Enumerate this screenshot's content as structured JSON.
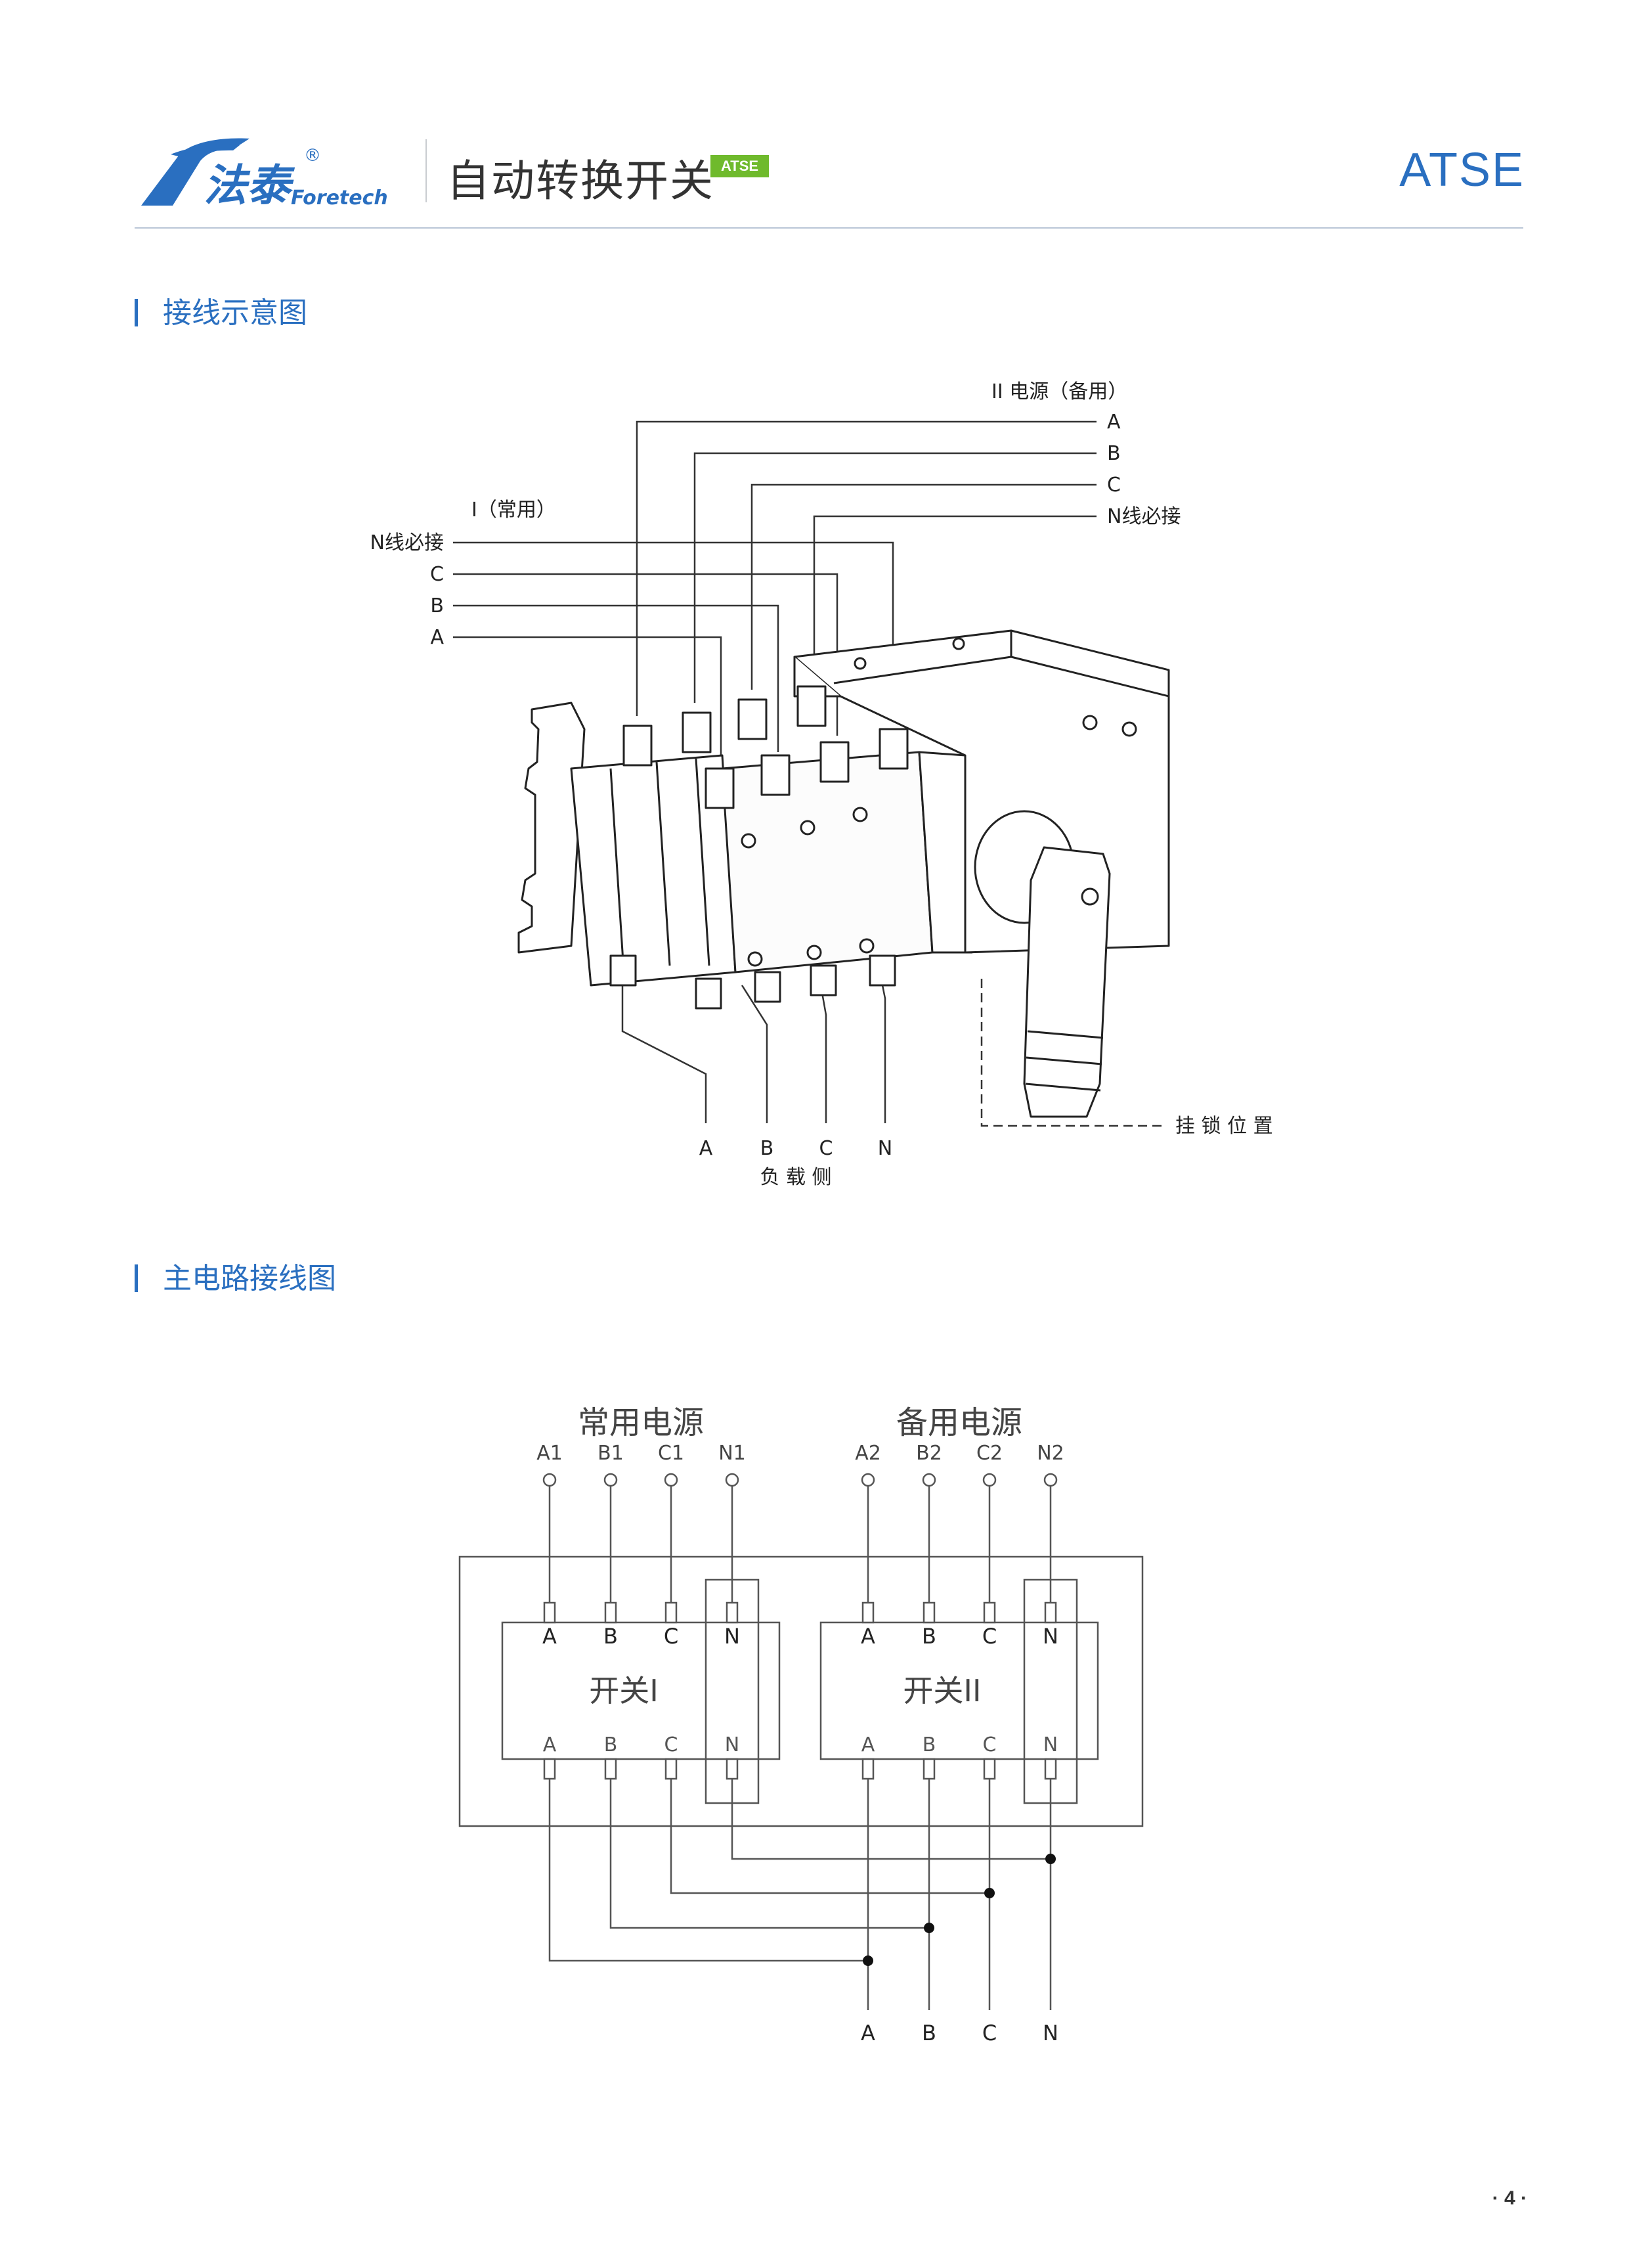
{
  "header": {
    "brand_cn": "法泰",
    "brand_en": "Foretech",
    "registered_mark": "®",
    "title": "自动转换开关",
    "badge": "ATSE",
    "right_label": "ATSE"
  },
  "colors": {
    "accent_blue": "#2a6fc0",
    "badge_green": "#6fba2c",
    "divider": "#b9c6d6"
  },
  "section1": {
    "title": "接线示意图",
    "source2_title": "II 电源（备用）",
    "source2_labels": [
      "A",
      "B",
      "C",
      "N线必接"
    ],
    "source1_title": "I（常用）",
    "source1_labels": [
      "N线必接",
      "C",
      "B",
      "A"
    ],
    "load_labels": [
      "A",
      "B",
      "C",
      "N"
    ],
    "load_caption": "负 载 侧",
    "padlock_label": "挂 锁 位 置"
  },
  "section2": {
    "title": "主电路接线图",
    "normal_source_title": "常用电源",
    "standby_source_title": "备用电源",
    "source1_terminals": [
      "A1",
      "B1",
      "C1",
      "N1"
    ],
    "source2_terminals": [
      "A2",
      "B2",
      "C2",
      "N2"
    ],
    "switch1_label": "开关I",
    "switch2_label": "开关II",
    "pole_labels": [
      "A",
      "B",
      "C",
      "N"
    ],
    "output_labels": [
      "A",
      "B",
      "C",
      "N"
    ]
  },
  "page_number": "· 4 ·"
}
